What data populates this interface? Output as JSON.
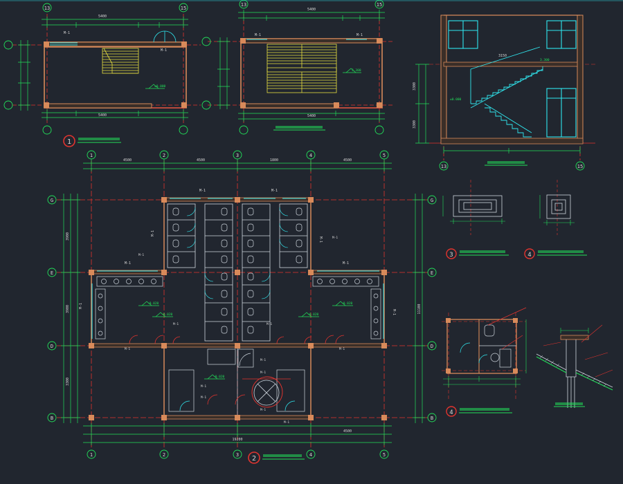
{
  "colors": {
    "background": "#21262f",
    "axis_red": "#e3342f",
    "dim_green": "#22e05a",
    "wall_orange": "#d88a5a",
    "stair_yellow": "#e8e040",
    "window_cyan": "#30e8f0",
    "text_white": "#d7d7d7",
    "partition_white": "#cfd6de"
  },
  "axis_labels": {
    "top": [
      "13",
      "15",
      "13",
      "15"
    ],
    "main_columns": [
      "1",
      "2",
      "3",
      "4",
      "5"
    ],
    "main_rows": [
      "G",
      "E",
      "D",
      "B"
    ],
    "section_bottom": [
      "13",
      "15"
    ]
  },
  "detail_markers": {
    "m1": "1",
    "m2": "2",
    "m3": "3",
    "m4a": "4",
    "m4b": "4"
  },
  "dims": {
    "main_top_1": "4500",
    "main_top_2": "4500",
    "main_top_3": "1800",
    "main_top_4": "4500",
    "main_top_5": "4500",
    "main_bottom_total": "19200",
    "plan1_total": "5400",
    "plan2_total": "5400",
    "plan1_bottom": "5400",
    "plan2_bottom": "5400",
    "sec_h1": "3300",
    "sec_h2": "3300",
    "rise_label": "3150",
    "side_1": "3900",
    "side_2": "3900",
    "side_3": "3300",
    "side_total": "11100"
  },
  "tags": {
    "l1": "M-1",
    "l2": "M-1",
    "l3": "M-1",
    "l4": "M-1",
    "l5": "M-1",
    "l6": "M-1",
    "l7": "M-1",
    "l8": "M-1",
    "l9": "M-1",
    "l10": "M-1",
    "l11": "M-1",
    "l12": "M-1",
    "l13": "M-1",
    "l14": "M-1",
    "l15": "M-1",
    "l16": "M-1",
    "l17": "M-1",
    "l18": "M-1",
    "l19": "M-1",
    "l20": "M-1",
    "l21": "M-1",
    "l22": "M-1",
    "l23": "M-1",
    "l24": "M-1"
  },
  "levels": {
    "lv1": "±0.000",
    "lv2": "3.300",
    "lv3": "±0.000",
    "lv4": "-0.020",
    "lv5": "-0.020",
    "lv6": "-0.020",
    "lv7": "-0.020",
    "lv8": "-0.020",
    "lv9": "3.300"
  }
}
